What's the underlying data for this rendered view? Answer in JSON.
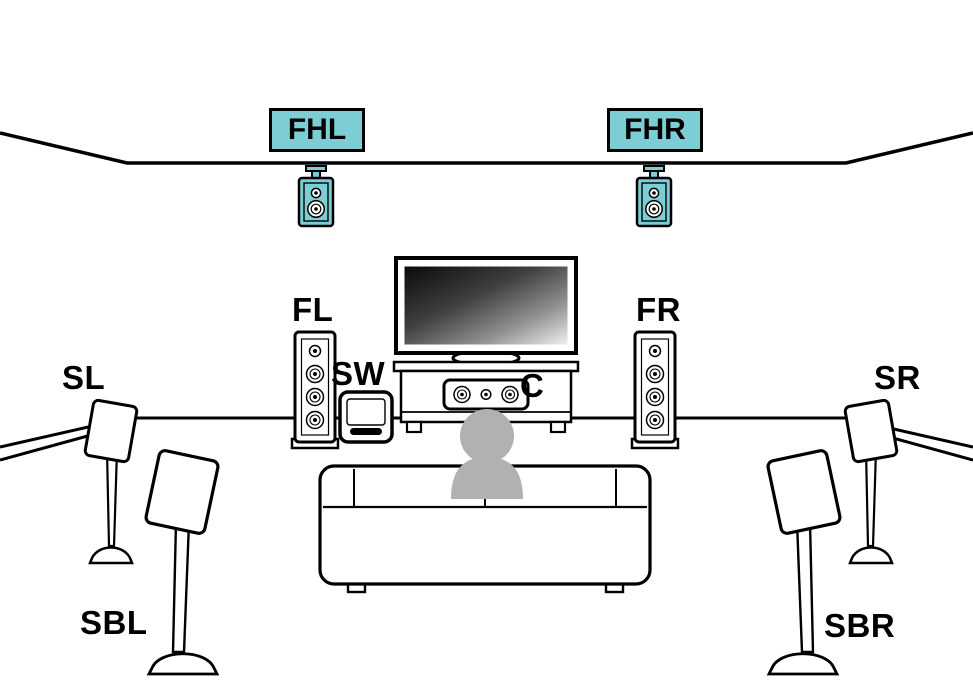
{
  "colors": {
    "highlight": "#7cced4",
    "person": "#b1b1b1",
    "outline": "#000000"
  },
  "labels": {
    "front_height_left": "FHL",
    "front_height_right": "FHR",
    "front_left": "FL",
    "front_right": "FR",
    "subwoofer": "SW",
    "center": "C",
    "surround_left": "SL",
    "surround_right": "SR",
    "surround_back_left": "SBL",
    "surround_back_right": "SBR"
  },
  "icons": {
    "front_height_speakers": "wall-mounted-speaker-icon",
    "front_speakers": "floor-standing-tower-speaker-icon",
    "center_speaker": "center-channel-speaker-icon",
    "subwoofer": "subwoofer-icon",
    "surround_speakers": "bookshelf-speaker-on-stand-icon",
    "tv": "flat-screen-tv-icon",
    "sofa": "sofa-icon",
    "listener": "person-silhouette-icon"
  }
}
